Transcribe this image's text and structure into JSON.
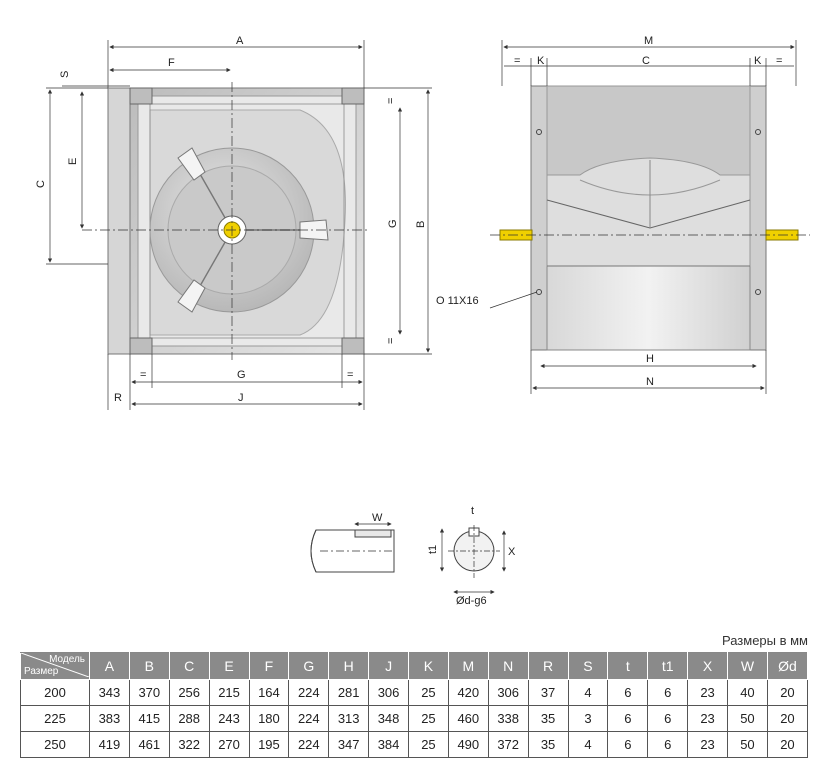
{
  "drawing_labels": {
    "A": "A",
    "B": "B",
    "C": "C",
    "E": "E",
    "F": "F",
    "G": "G",
    "H": "H",
    "J": "J",
    "K": "K",
    "M": "M",
    "N": "N",
    "R": "R",
    "S": "S",
    "W": "W",
    "X": "X",
    "t": "t",
    "t1": "t1",
    "eq": "=",
    "hole": "O 11X16",
    "shaft": "Ød-g6"
  },
  "table": {
    "units_note": "Размеры в мм",
    "corner_top": "Модель",
    "corner_bottom": "Размер",
    "headers": [
      "A",
      "B",
      "C",
      "E",
      "F",
      "G",
      "H",
      "J",
      "K",
      "M",
      "N",
      "R",
      "S",
      "t",
      "t1",
      "X",
      "W",
      "Ød"
    ],
    "rows": [
      [
        "200",
        "343",
        "370",
        "256",
        "215",
        "164",
        "224",
        "281",
        "306",
        "25",
        "420",
        "306",
        "37",
        "4",
        "6",
        "6",
        "23",
        "40",
        "20"
      ],
      [
        "225",
        "383",
        "415",
        "288",
        "243",
        "180",
        "224",
        "313",
        "348",
        "25",
        "460",
        "338",
        "35",
        "3",
        "6",
        "6",
        "23",
        "50",
        "20"
      ],
      [
        "250",
        "419",
        "461",
        "322",
        "270",
        "195",
        "224",
        "347",
        "384",
        "25",
        "490",
        "372",
        "35",
        "4",
        "6",
        "6",
        "23",
        "50",
        "20"
      ]
    ]
  },
  "colors": {
    "housing": "#c8c8c8",
    "shaft_yellow": "#f0d000",
    "header": "#8a8a8a"
  }
}
